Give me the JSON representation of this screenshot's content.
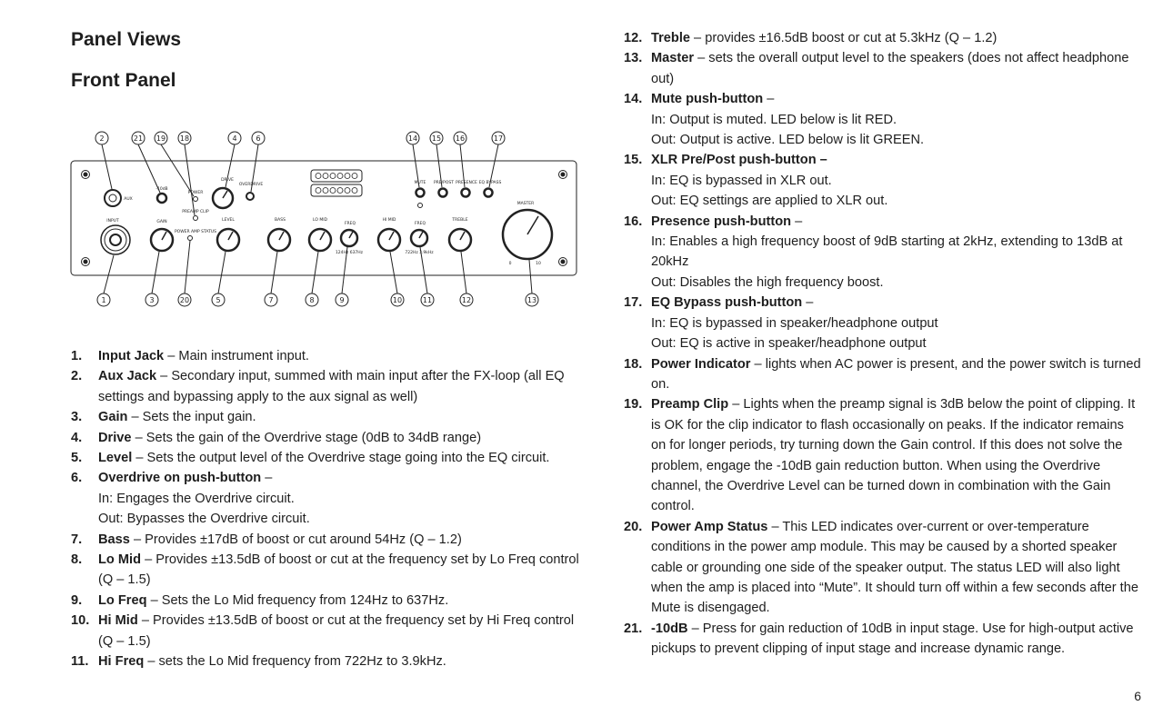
{
  "page": {
    "title": "Panel Views",
    "section_title": "Front Panel",
    "page_number": "6"
  },
  "diagram": {
    "top_callouts": [
      "2",
      "21",
      "19",
      "18",
      "4",
      "6",
      "14",
      "15",
      "16",
      "17"
    ],
    "bottom_callouts": [
      "1",
      "3",
      "20",
      "5",
      "7",
      "8",
      "9",
      "10",
      "11",
      "12",
      "13"
    ],
    "panel_labels": {
      "aux": "AUX",
      "input": "INPUT",
      "gain": "GAIN",
      "minus10": "-10dB",
      "power": "POWER",
      "preamp_clip": "PREAMP CLIP",
      "power_amp_status": "POWER AMP STATUS",
      "drive": "DRIVE",
      "overdrive": "OVERDRIVE",
      "level": "LEVEL",
      "bass": "BASS",
      "lo_mid": "LO MID",
      "freq": "FREQ",
      "hi_mid": "HI MID",
      "treble": "TREBLE",
      "master": "MASTER",
      "mute": "MUTE",
      "pre_post": "PRE/POST",
      "presence": "PRESENCE",
      "eq_bypass": "EQ BYPASS",
      "lo_freq_range": "124Hz  637Hz",
      "hi_freq_range": "722Hz  3.9kHz",
      "master_min": "0",
      "master_max": "10"
    }
  },
  "left_items": [
    {
      "num": "1.",
      "term": "Input Jack",
      "text": " – Main instrument input.",
      "extra": []
    },
    {
      "num": "2.",
      "term": "Aux Jack",
      "text": " – Secondary input, summed with main input after the FX-loop (all EQ settings and bypassing apply to the aux signal as well)",
      "extra": []
    },
    {
      "num": "3.",
      "term": "Gain",
      "text": " – Sets the input gain.",
      "extra": []
    },
    {
      "num": "4.",
      "term": "Drive",
      "text": " – Sets the gain of the Overdrive stage (0dB to 34dB range)",
      "extra": []
    },
    {
      "num": "5.",
      "term": "Level",
      "text": " – Sets the output level of the Overdrive stage going into the EQ circuit.",
      "extra": []
    },
    {
      "num": "6.",
      "term": "Overdrive on push-button",
      "text": " –",
      "extra": [
        "In: Engages the Overdrive circuit.",
        "Out: Bypasses the Overdrive circuit."
      ]
    },
    {
      "num": "7.",
      "term": "Bass",
      "text": " – Provides ±17dB of boost or cut around 54Hz (Q – 1.2)",
      "extra": []
    },
    {
      "num": "8.",
      "term": "Lo Mid",
      "text": " – Provides ±13.5dB of boost or cut at the frequency set by Lo Freq control (Q – 1.5)",
      "extra": []
    },
    {
      "num": "9.",
      "term": "Lo Freq",
      "text": " – Sets the Lo Mid frequency from 124Hz to 637Hz.",
      "extra": []
    },
    {
      "num": "10.",
      "term": "Hi Mid",
      "text": " – Provides ±13.5dB of boost or cut at the frequency set by Hi Freq control (Q – 1.5)",
      "extra": []
    },
    {
      "num": "11.",
      "term": "Hi Freq",
      "text": " – sets the Lo Mid frequency from 722Hz to 3.9kHz.",
      "extra": []
    }
  ],
  "right_items": [
    {
      "num": "12.",
      "term": "Treble",
      "text": " – provides ±16.5dB boost or cut at 5.3kHz (Q – 1.2)",
      "extra": []
    },
    {
      "num": "13.",
      "term": "Master",
      "text": " – sets the overall output level to the speakers (does not affect headphone out)",
      "extra": []
    },
    {
      "num": "14.",
      "term": "Mute push-button",
      "text": " –",
      "extra": [
        "In: Output is muted. LED below is lit RED.",
        "Out: Output is active. LED below is lit GREEN."
      ]
    },
    {
      "num": "15.",
      "term": "XLR Pre/Post push-button –",
      "text": "",
      "extra": [
        "In: EQ is bypassed in XLR out.",
        "Out: EQ settings are applied to XLR out."
      ]
    },
    {
      "num": "16.",
      "term": "Presence push-button",
      "text": " –",
      "extra": [
        "In: Enables a high frequency boost of 9dB starting at 2kHz, extending to 13dB at 20kHz",
        "Out: Disables the high frequency boost."
      ]
    },
    {
      "num": "17.",
      "term": "EQ Bypass push-button",
      "text": " –",
      "extra": [
        "In: EQ is bypassed in speaker/headphone output",
        "Out: EQ is active in speaker/headphone output"
      ]
    },
    {
      "num": "18.",
      "term": "Power Indicator",
      "text": " – lights when AC power is present, and the power switch is turned on.",
      "extra": []
    },
    {
      "num": "19.",
      "term": "Preamp Clip",
      "text": " – Lights when the preamp signal is 3dB below the point of clipping. It is OK for the clip indicator to flash occasionally on peaks. If the indicator remains on for longer periods, try turning down the Gain control. If this does not solve the problem, engage the -10dB gain reduction button. When using the Overdrive channel, the Overdrive Level can be turned down in combination with the Gain control.",
      "extra": []
    },
    {
      "num": "20.",
      "term": "Power Amp Status",
      "text": " – This LED indicates over-current or over-temperature conditions in the power amp module. This may be caused by a shorted speaker cable or grounding one side of the speaker output. The status LED will also light when the amp is placed into “Mute”. It should turn off within a few seconds after the Mute is disengaged.",
      "extra": []
    },
    {
      "num": "21.",
      "term": "-10dB",
      "text": " – Press for gain reduction of 10dB in input stage. Use for high-output active pickups to prevent clipping of input stage and increase dynamic range.",
      "extra": []
    }
  ]
}
